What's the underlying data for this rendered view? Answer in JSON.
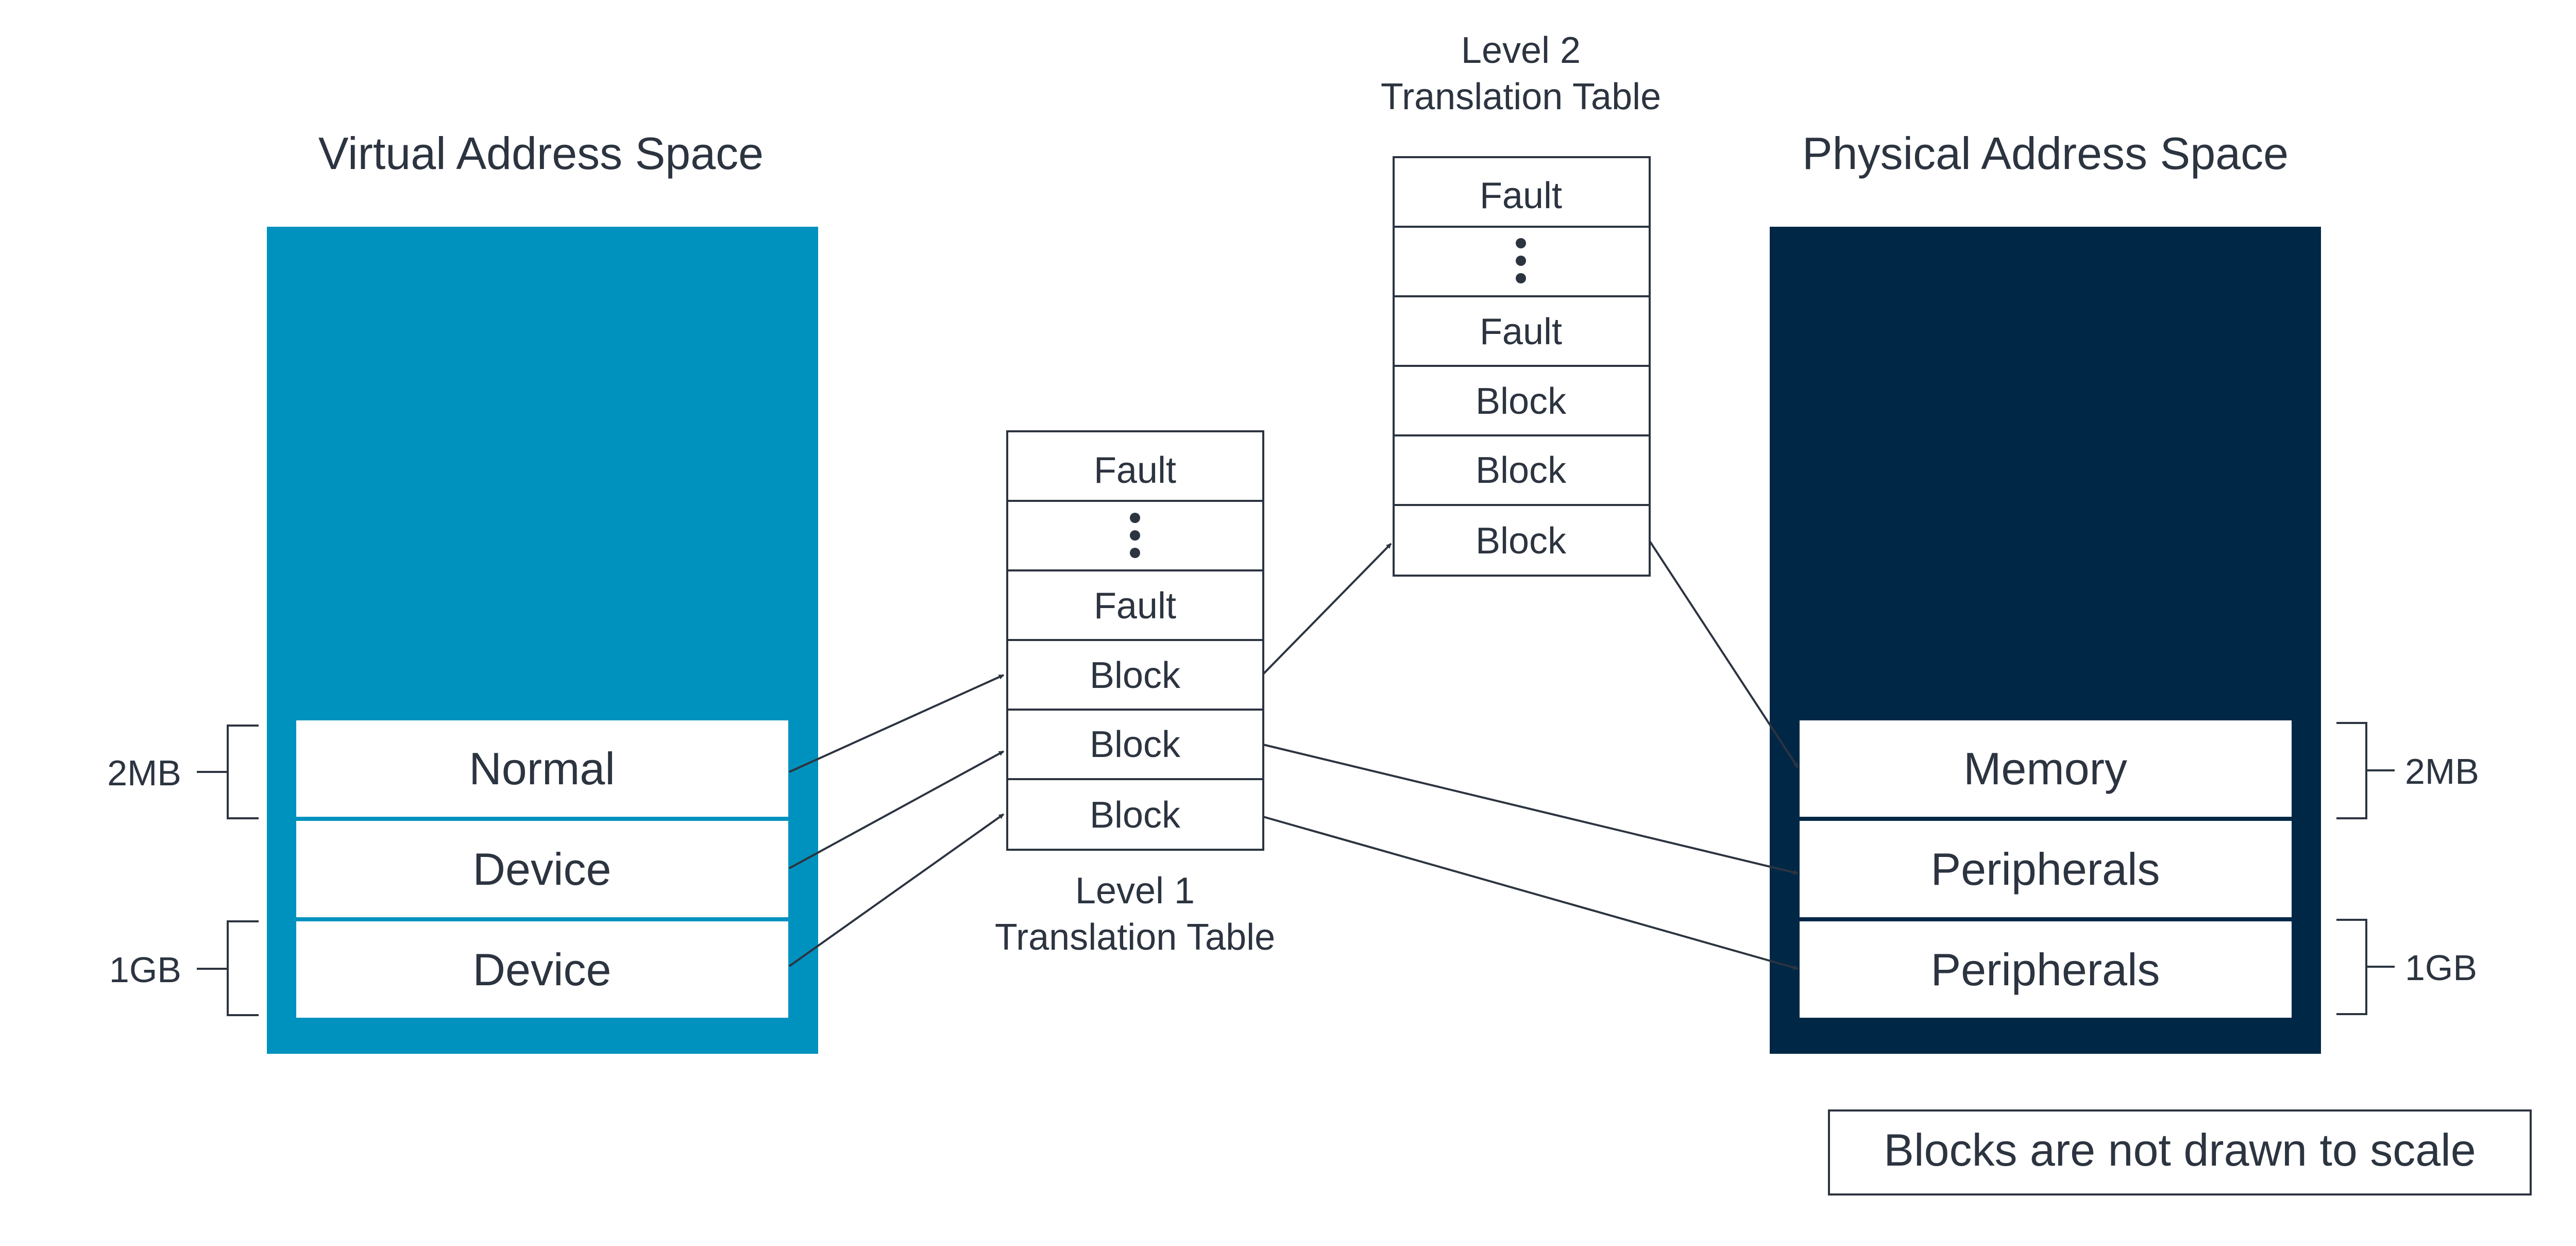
{
  "virtual_space": {
    "title": "Virtual Address Space",
    "fill": "#0092be",
    "regions": [
      "Normal",
      "Device",
      "Device"
    ],
    "brackets": [
      "2MB",
      "1GB"
    ]
  },
  "physical_space": {
    "title": "Physical Address Space",
    "fill": "#002846",
    "regions": [
      "Memory",
      "Peripherals",
      "Peripherals"
    ],
    "brackets": [
      "2MB",
      "1GB"
    ]
  },
  "level1_table": {
    "caption": [
      "Level 1",
      "Translation Table"
    ],
    "entries": [
      "Fault",
      "⋮",
      "Fault",
      "Block",
      "Block",
      "Block"
    ]
  },
  "level2_table": {
    "caption": [
      "Level 2",
      "Translation Table"
    ],
    "entries": [
      "Fault",
      "⋮",
      "Fault",
      "Block",
      "Block",
      "Block"
    ]
  },
  "note": "Blocks are not drawn to scale",
  "colors": {
    "line": "#2c3440",
    "text": "#2c3440",
    "box_border": "#2c3440"
  }
}
